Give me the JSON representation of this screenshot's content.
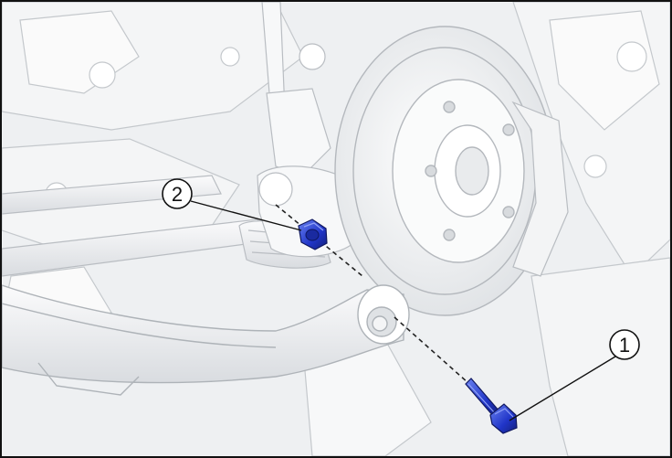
{
  "callouts": [
    {
      "number": "1",
      "part": "bolt"
    },
    {
      "number": "2",
      "part": "nut"
    }
  ],
  "colors": {
    "frame": "#111111",
    "highlight": "#2035c8",
    "highlight_light": "#5a6fe8",
    "ghost_fill": "#f5f6f7",
    "ghost_stroke": "#b9bdc2",
    "background": "#eef0f2"
  },
  "icons": {
    "bolt": "bolt-icon",
    "nut": "nut-icon"
  }
}
